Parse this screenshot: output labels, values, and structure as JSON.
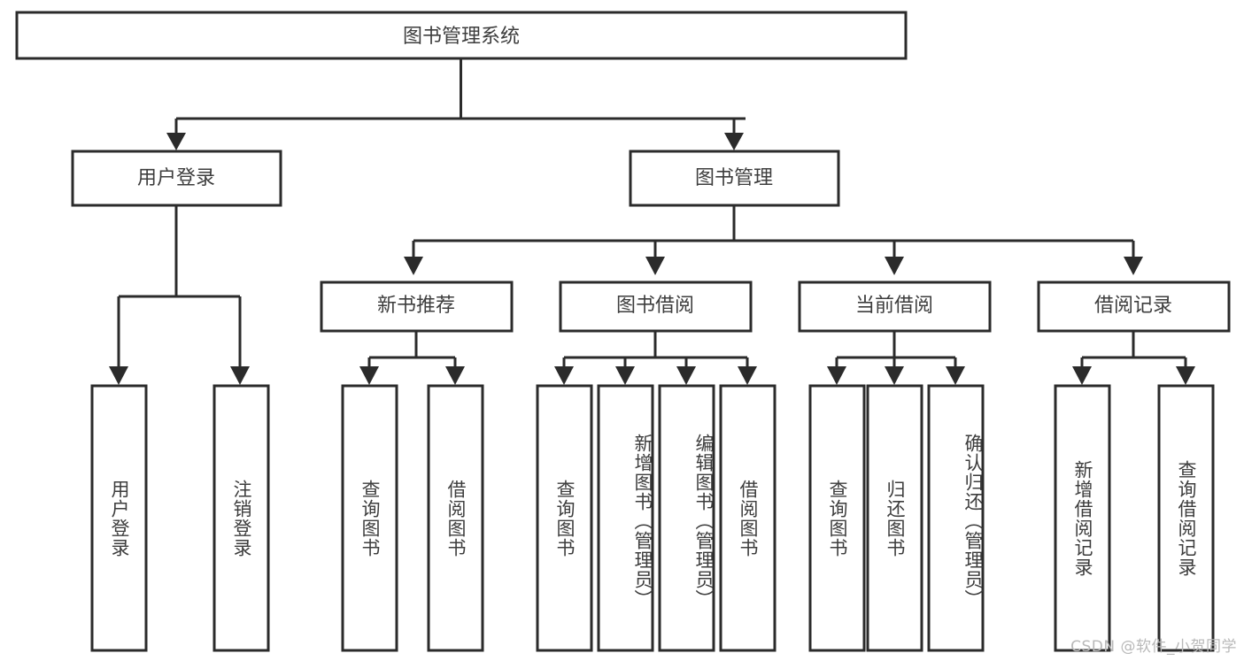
{
  "diagram": {
    "title": "图书管理系统",
    "type": "tree-hierarchy-diagram",
    "colors": {
      "stroke": "#2b2b2b",
      "box_fill": "#ffffff",
      "text": "#3d3d3d",
      "background": "#ffffff",
      "watermark": "#b9b9b9"
    },
    "root": {
      "label": "图书管理系统"
    },
    "level2": [
      {
        "label": "用户登录"
      },
      {
        "label": "图书管理"
      }
    ],
    "level3": [
      {
        "label": "新书推荐"
      },
      {
        "label": "图书借阅"
      },
      {
        "label": "当前借阅"
      },
      {
        "label": "借阅记录"
      }
    ],
    "leaves": {
      "user_login": [
        {
          "label": "用户登录"
        },
        {
          "label": "注销登录"
        }
      ],
      "new_book_recommend": [
        {
          "label": "查询图书"
        },
        {
          "label": "借阅图书"
        }
      ],
      "book_borrow": [
        {
          "label": "查询图书"
        },
        {
          "label": "新增图书（管理员）"
        },
        {
          "label": "编辑图书（管理员）"
        },
        {
          "label": "借阅图书"
        }
      ],
      "current_borrow": [
        {
          "label": "查询图书"
        },
        {
          "label": "归还图书"
        },
        {
          "label": "确认归还（管理员）"
        }
      ],
      "borrow_record": [
        {
          "label": "新增借阅记录"
        },
        {
          "label": "查询借阅记录"
        }
      ]
    },
    "watermark": "CSDN @软件_小贺同学"
  }
}
